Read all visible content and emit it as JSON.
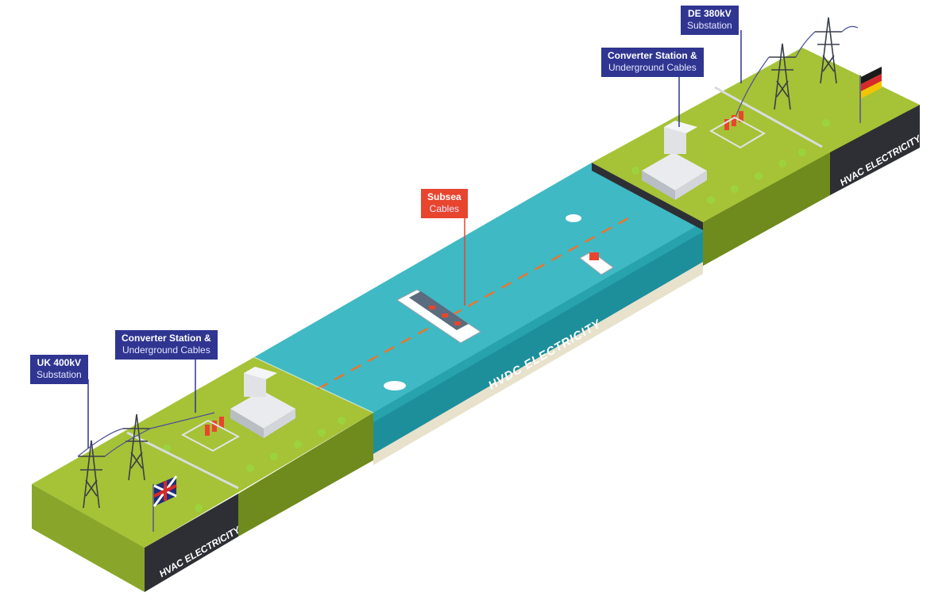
{
  "labels": {
    "uk_substation": {
      "line1": "UK 400kV",
      "line2": "Substation"
    },
    "uk_converter": {
      "line1": "Converter Station &",
      "line2": "Underground Cables"
    },
    "subsea": {
      "line1": "Subsea",
      "line2": "Cables"
    },
    "de_converter": {
      "line1": "Converter Station &",
      "line2": "Underground Cables"
    },
    "de_substation": {
      "line1": "DE 380kV",
      "line2": "Substation"
    }
  },
  "side_labels": {
    "left": "HVAC ELECTRICITY",
    "center": "HVDC ELECTRICITY",
    "right": "HVAC ELECTRICITY"
  },
  "flags": {
    "left": "uk-flag",
    "right": "germany-flag"
  },
  "colors": {
    "callout_blue": "#2f3590",
    "callout_red": "#e8452f",
    "ground_top": "#a6c236",
    "ground_side": "#6f8a1d",
    "water": "#3fb9c4",
    "dark_side": "#2e2f35"
  }
}
